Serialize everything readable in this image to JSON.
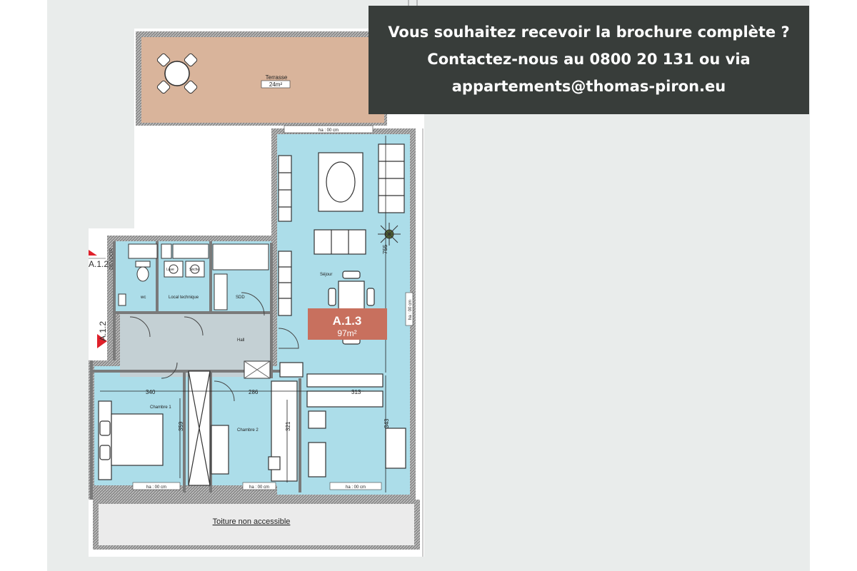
{
  "banner": {
    "line1": "Vous souhaitez recevoir la brochure complète ?",
    "line2": "Contactez-nous au 0800 20 131 ou via",
    "line3": "appartements@thomas-piron.eu"
  },
  "unit": {
    "id": "A.1.3",
    "area": "97m²"
  },
  "rooms": {
    "terrasse": "Terrasse",
    "terrasse_area": "24m²",
    "sejour": "Séjour",
    "hall": "Hall",
    "wc": "wc",
    "local_technique": "Local technique",
    "sdd": "SDD",
    "chambre1": "Chambre 1",
    "chambre2": "Chambre 2",
    "toiture": "Toiture non accessible",
    "devoor": "DEVOOR",
    "lave": "Lave",
    "seche": "Sèche"
  },
  "dimensions": {
    "d340": "340",
    "d286": "286",
    "d313": "313",
    "d359": "359",
    "d321": "321",
    "d343": "343",
    "d755": "755",
    "ha_top": "ha : 00 cm",
    "ha_right": "ha : 00 cm",
    "ha_bottom1": "ha : 00 cm",
    "ha_bottom2": "ha : 00 cm",
    "ha_bottom3": "ha : 00 cm"
  },
  "neighbour": {
    "a12": "A.1.2",
    "a12b": "A.1.2"
  },
  "colors": {
    "banner_bg": "#383d3a",
    "floor": "#acdde9",
    "terrace": "#d9b49b",
    "hall": "#c4d0d4",
    "label": "#c8705e",
    "wall": "#6e6e6e"
  }
}
